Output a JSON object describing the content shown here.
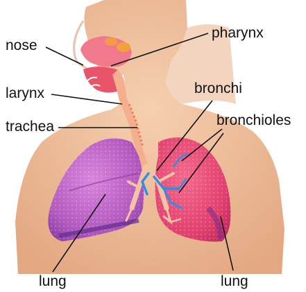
{
  "labels": {
    "nose": "nose",
    "pharynx": "pharynx",
    "larynx": "larynx",
    "trachea": "trachea",
    "bronchi": "bronchi",
    "bronchioles": "bronchioles",
    "lung_left": "lung",
    "lung_right": "lung"
  },
  "colors": {
    "skin": "#f1c19d",
    "skin_shadow": "#e2a47e",
    "left_lung": "#b95cc6",
    "right_lung": "#e9477a",
    "airway": "#f4c3a3",
    "vessel_blue": "#2f8fe6",
    "leader_line": "#111111"
  }
}
